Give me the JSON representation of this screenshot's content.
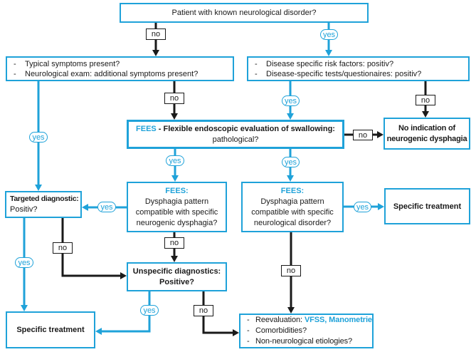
{
  "colors": {
    "accent": "#1fa2d9",
    "line": "#1a1a1a",
    "text": "#1a1a1a",
    "background": "#ffffff"
  },
  "list_marker": "-",
  "nodes": {
    "start": {
      "question": "Patient with known neurological disorder?"
    },
    "symptoms": {
      "items": [
        "Typical symptoms present?",
        "Neurological exam: additional symptoms present?"
      ]
    },
    "risk": {
      "items": [
        "Disease specific risk factors: positiv?",
        "Disease-specific tests/questionaires: positiv?"
      ]
    },
    "fees": {
      "acronym": "FEES",
      "title": " - Flexible endoscopic evaluation of swallowing:",
      "question": "pathological?"
    },
    "no_indication": {
      "lines": [
        "No indication of",
        "neurogenic dysphagia"
      ]
    },
    "targeted": {
      "title": "Targeted diagnostic:",
      "question": "Positiv?"
    },
    "fees_neurogenic": {
      "heading": "FEES:",
      "lines": [
        "Dysphagia pattern",
        "compatible with specific",
        "neurogenic dysphagia?"
      ]
    },
    "fees_neurological": {
      "heading": "FEES:",
      "lines": [
        "Dysphagia pattern",
        "compatible with specific",
        "neurological disorder?"
      ]
    },
    "treatment_right": {
      "label": "Specific treatment"
    },
    "unspecific": {
      "title": "Unspecific diagnostics:",
      "question": "Positive?"
    },
    "treatment_left": {
      "label": "Specific treatment"
    },
    "reevaluation": {
      "label": "Reevaluation: ",
      "methods": "VFSS, Manometrie",
      "items": [
        "Comorbidities?",
        "Non-neurological etiologies?"
      ]
    }
  },
  "edge_labels": {
    "start_to_symptoms": "no",
    "start_to_risk": "yes",
    "symptoms_to_fees": "no",
    "symptoms_to_targeted": "yes",
    "risk_to_fees": "yes",
    "risk_to_no_indication": "no",
    "fees_to_no_indication": "no",
    "fees_to_neurogenic": "yes",
    "fees_to_neurological": "yes",
    "neurogenic_to_targeted": "yes",
    "neurological_to_treatment": "yes",
    "neurogenic_to_unspecific": "no",
    "targeted_to_unspecific": "no",
    "targeted_to_treatment": "yes",
    "neurological_to_reevaluation": "no",
    "unspecific_to_treatment": "yes",
    "unspecific_to_reevaluation": "no"
  }
}
